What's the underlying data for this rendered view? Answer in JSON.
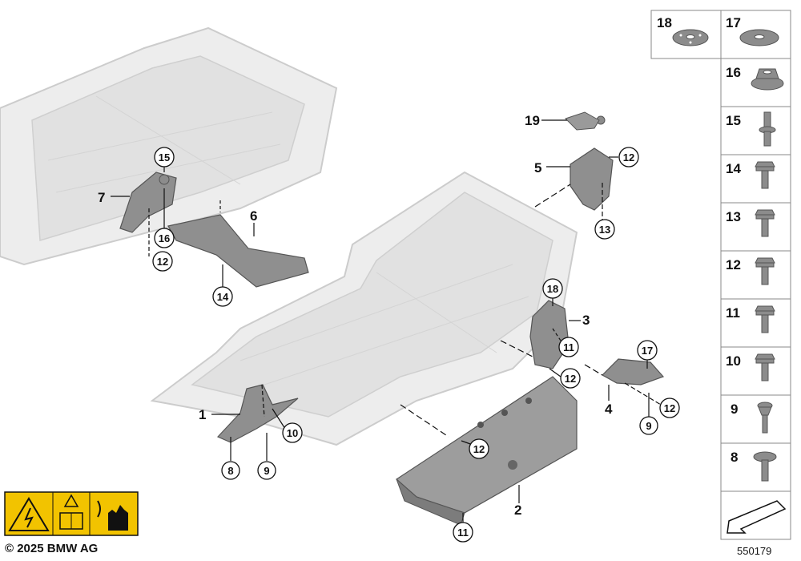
{
  "callouts": [
    {
      "id": "1",
      "circled": false
    },
    {
      "id": "2",
      "circled": false
    },
    {
      "id": "3",
      "circled": false
    },
    {
      "id": "4",
      "circled": false
    },
    {
      "id": "5",
      "circled": false
    },
    {
      "id": "6",
      "circled": false
    },
    {
      "id": "7",
      "circled": false
    },
    {
      "id": "8",
      "circled": true
    },
    {
      "id": "9",
      "circled": true
    },
    {
      "id": "10",
      "circled": true
    },
    {
      "id": "11",
      "circled": true
    },
    {
      "id": "12",
      "circled": true
    },
    {
      "id": "13",
      "circled": true
    },
    {
      "id": "14",
      "circled": true
    },
    {
      "id": "15",
      "circled": true
    },
    {
      "id": "16",
      "circled": true
    },
    {
      "id": "17",
      "circled": true
    },
    {
      "id": "18",
      "circled": true
    },
    {
      "id": "19",
      "circled": false
    }
  ],
  "legend": {
    "top_row": [
      {
        "num": "18",
        "icon": "flat-washer-with-holes-icon"
      },
      {
        "num": "17",
        "icon": "flat-washer-icon"
      }
    ],
    "items": [
      {
        "num": "16",
        "icon": "collar-nut-icon"
      },
      {
        "num": "15",
        "icon": "stud-bolt-icon"
      },
      {
        "num": "14",
        "icon": "hex-bolt-icon"
      },
      {
        "num": "13",
        "icon": "flange-bolt-icon"
      },
      {
        "num": "12",
        "icon": "hex-flange-bolt-icon"
      },
      {
        "num": "11",
        "icon": "collar-bolt-icon"
      },
      {
        "num": "10",
        "icon": "washer-bolt-icon"
      },
      {
        "num": "9",
        "icon": "torx-screw-icon"
      },
      {
        "num": "8",
        "icon": "washer-screw-icon"
      }
    ]
  },
  "footer": {
    "copyright": "© 2025 BMW AG",
    "drawing_number": "550179"
  },
  "colors": {
    "part_gray": "#8c8c8c",
    "housing_gray": "#e6e6e6",
    "warning_yellow": "#f2c300",
    "line": "#111111"
  }
}
